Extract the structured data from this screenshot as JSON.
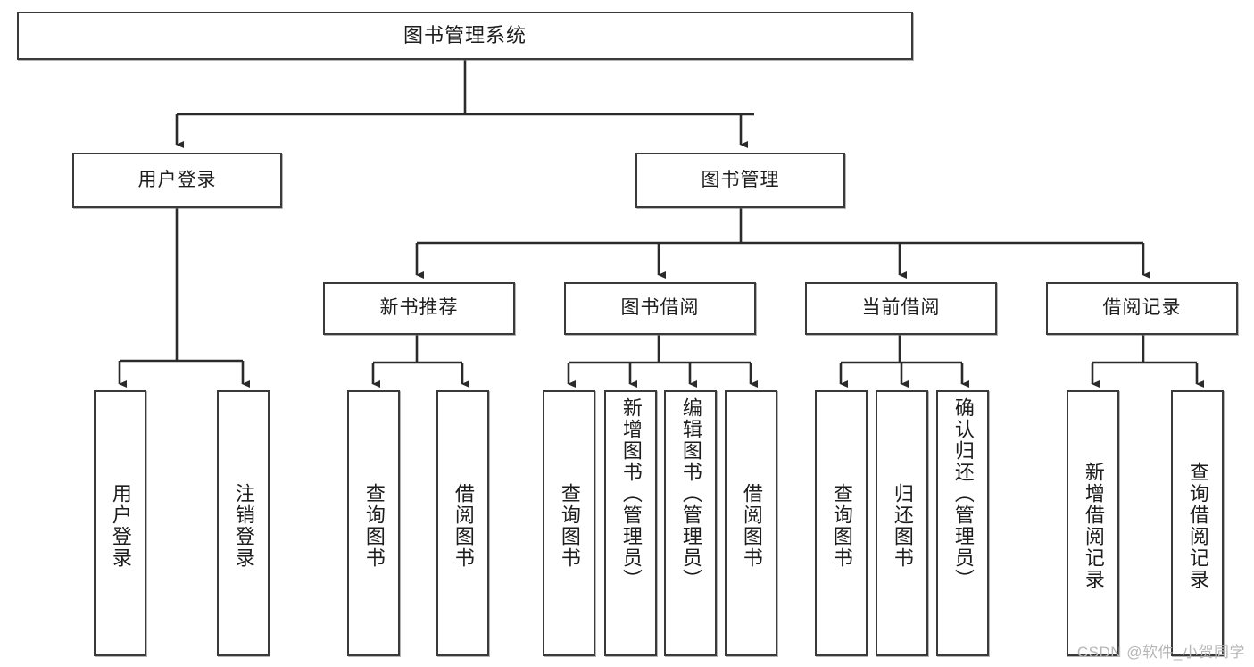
{
  "diagram": {
    "type": "tree-hierarchy-chart",
    "title": "图书管理系统",
    "orientation": "top-down",
    "edge_style": "orthogonal-arrow",
    "colors": {
      "box_border": "#3a3a3a",
      "box_fill": "#ffffff",
      "edge": "#2b2b2b",
      "text": "#1d1d1d",
      "watermark": "#b6b6b6"
    },
    "levels": [
      {
        "level": 1,
        "nodes": [
          {
            "id": "root",
            "label": "图书管理系统"
          }
        ]
      },
      {
        "level": 2,
        "nodes": [
          {
            "id": "user-login",
            "label": "用户登录",
            "parent": "root"
          },
          {
            "id": "book-manage",
            "label": "图书管理",
            "parent": "root"
          }
        ]
      },
      {
        "level": 3,
        "nodes": [
          {
            "id": "new-book-rec",
            "label": "新书推荐",
            "parent": "book-manage"
          },
          {
            "id": "book-borrow",
            "label": "图书借阅",
            "parent": "book-manage"
          },
          {
            "id": "current-borrow",
            "label": "当前借阅",
            "parent": "book-manage"
          },
          {
            "id": "borrow-record",
            "label": "借阅记录",
            "parent": "book-manage"
          }
        ]
      },
      {
        "level": 4,
        "nodes": [
          {
            "id": "leaf-user-login",
            "label": "用户登录",
            "parent": "user-login"
          },
          {
            "id": "leaf-user-logout",
            "label": "注销登录",
            "parent": "user-login"
          },
          {
            "id": "leaf-rec-query",
            "label": "查询图书",
            "parent": "new-book-rec"
          },
          {
            "id": "leaf-rec-borrow",
            "label": "借阅图书",
            "parent": "new-book-rec"
          },
          {
            "id": "leaf-borrow-query",
            "label": "查询图书",
            "parent": "book-borrow"
          },
          {
            "id": "leaf-borrow-add",
            "label": "新增图书（管理员）",
            "parent": "book-borrow"
          },
          {
            "id": "leaf-borrow-edit",
            "label": "编辑图书（管理员）",
            "parent": "book-borrow"
          },
          {
            "id": "leaf-borrow-take",
            "label": "借阅图书",
            "parent": "book-borrow"
          },
          {
            "id": "leaf-cur-query",
            "label": "查询图书",
            "parent": "current-borrow"
          },
          {
            "id": "leaf-cur-return",
            "label": "归还图书",
            "parent": "current-borrow"
          },
          {
            "id": "leaf-cur-confirm",
            "label": "确认归还（管理员）",
            "parent": "current-borrow"
          },
          {
            "id": "leaf-rec-add",
            "label": "新增借阅记录",
            "parent": "borrow-record"
          },
          {
            "id": "leaf-rec-search",
            "label": "查询借阅记录",
            "parent": "borrow-record"
          }
        ]
      }
    ]
  },
  "watermark": {
    "text": "CSDN @软件_小贺同学"
  }
}
